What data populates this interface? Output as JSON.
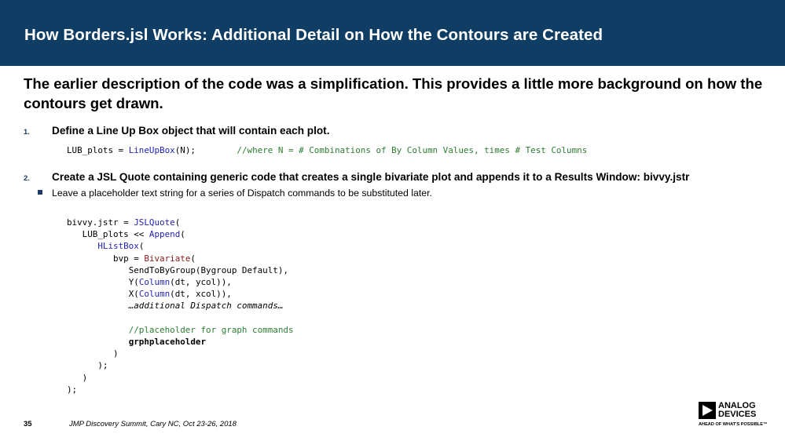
{
  "slide": {
    "title": "How Borders.jsl Works: Additional Detail on How the Contours are Created",
    "intro": "The earlier description of the code was a simplification.  This provides a little more background on how the contours get drawn."
  },
  "steps": [
    {
      "number": "1.",
      "text": "Define a Line Up Box object that will contain each plot."
    },
    {
      "number": "2.",
      "text": "Create a JSL Quote containing generic code that creates a single bivariate plot and appends it to a Results Window: bivvy.jstr",
      "sub_bullet": "Leave a placeholder text string for a series of Dispatch commands to be substituted later."
    }
  ],
  "code1": {
    "var": "LUB_plots = ",
    "func": "LineUpBox",
    "args": "(N);",
    "comment": "//where N = # Combinations of By Column Values, times # Test Columns"
  },
  "code2": {
    "l1_a": "bivvy.jstr = ",
    "l1_b": "JSLQuote",
    "l1_c": "(",
    "l2_a": "LUB_plots << ",
    "l2_b": "Append",
    "l2_c": "(",
    "l3_a": "HListBox",
    "l3_b": "(",
    "l4_a": "bvp = ",
    "l4_b": "Bivariate",
    "l4_c": "(",
    "l5": "SendToByGroup(Bygroup Default),",
    "l6_a": "Y(",
    "l6_b": "Column",
    "l6_c": "(dt, ycol)),",
    "l7_a": "X(",
    "l7_b": "Column",
    "l7_c": "(dt, xcol)),",
    "l8": "…additional Dispatch commands…",
    "l9": "//placeholder for graph commands",
    "l10": "grphplaceholder",
    "l11": ")",
    "l12": ");",
    "l13": ")",
    "l14": ");"
  },
  "footer": {
    "page_number": "35",
    "text": "JMP Discovery Summit, Cary NC, Oct 23-26, 2018"
  },
  "logo": {
    "line1": "ANALOG",
    "line2": "DEVICES",
    "tagline": "AHEAD OF WHAT'S POSSIBLE™"
  },
  "colors": {
    "title_bar": "#0f3d63",
    "keyword": "#2323b4",
    "function": "#8b1a1a",
    "comment": "#2e7d32",
    "bullet": "#1f3b63"
  }
}
